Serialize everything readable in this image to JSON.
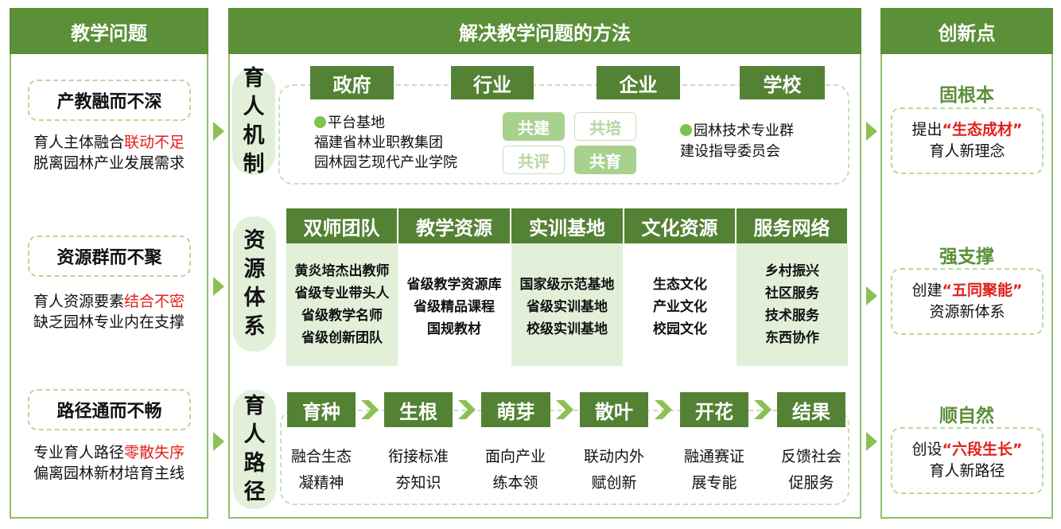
{
  "headers": {
    "left": "教学问题",
    "middle": "解决教学问题的方法",
    "right": "创新点"
  },
  "problems": [
    {
      "title": "产教融而不深",
      "l1a": "育人主体融合",
      "l1b": "联动不足",
      "l2": "脱离园林产业发展需求"
    },
    {
      "title": "资源群而不聚",
      "l1a": "育人资源要素",
      "l1b": "结合不密",
      "l2": "缺乏园林专业内在支撑"
    },
    {
      "title": "路径通而不畅",
      "l1a": "专业育人路径",
      "l1b": "零散失序",
      "l2": "偏离园林新材培育主线"
    }
  ],
  "mechanism": {
    "side": [
      "育",
      "人",
      "机",
      "制"
    ],
    "tags": [
      "政府",
      "行业",
      "企业",
      "学校"
    ],
    "left_title": "平台基地",
    "left_lines": [
      "福建省林业职教集团",
      "园林园艺现代产业学院"
    ],
    "pills": [
      "共建",
      "共培",
      "共评",
      "共育"
    ],
    "right_lines": [
      "园林技术专业群",
      "建设指导委员会"
    ]
  },
  "resources": {
    "side": [
      "资",
      "源",
      "体",
      "系"
    ],
    "columns": [
      {
        "head": "双师团队",
        "items": [
          "黄炎培杰出教师",
          "省级专业带头人",
          "省级教学名师",
          "省级创新团队"
        ]
      },
      {
        "head": "教学资源",
        "items": [
          "省级教学资源库",
          "省级精品课程",
          "国规教材"
        ]
      },
      {
        "head": "实训基地",
        "items": [
          "国家级示范基地",
          "省级实训基地",
          "校级实训基地"
        ]
      },
      {
        "head": "文化资源",
        "items": [
          "生态文化",
          "产业文化",
          "校园文化"
        ]
      },
      {
        "head": "服务网络",
        "items": [
          "乡村振兴",
          "社区服务",
          "技术服务",
          "东西协作"
        ]
      }
    ]
  },
  "path": {
    "side": [
      "育",
      "人",
      "路",
      "径"
    ],
    "steps": [
      {
        "tag": "育种",
        "l1": "融合生态",
        "l2": "凝精神"
      },
      {
        "tag": "生根",
        "l1": "衔接标准",
        "l2": "夯知识"
      },
      {
        "tag": "萌芽",
        "l1": "面向产业",
        "l2": "练本领"
      },
      {
        "tag": "散叶",
        "l1": "联动内外",
        "l2": "赋创新"
      },
      {
        "tag": "开花",
        "l1": "融通赛证",
        "l2": "展专能"
      },
      {
        "tag": "结果",
        "l1": "反馈社会",
        "l2": "促服务"
      }
    ]
  },
  "innovations": [
    {
      "title": "固根本",
      "pre": "提出",
      "key": "“生态成材”",
      "l2": "育人新理念"
    },
    {
      "title": "强支撑",
      "pre": "创建",
      "key": "“五同聚能”",
      "l2": "资源新体系"
    },
    {
      "title": "顺自然",
      "pre": "创设",
      "key": "“六段生长”",
      "l2": "育人新路径"
    }
  ]
}
